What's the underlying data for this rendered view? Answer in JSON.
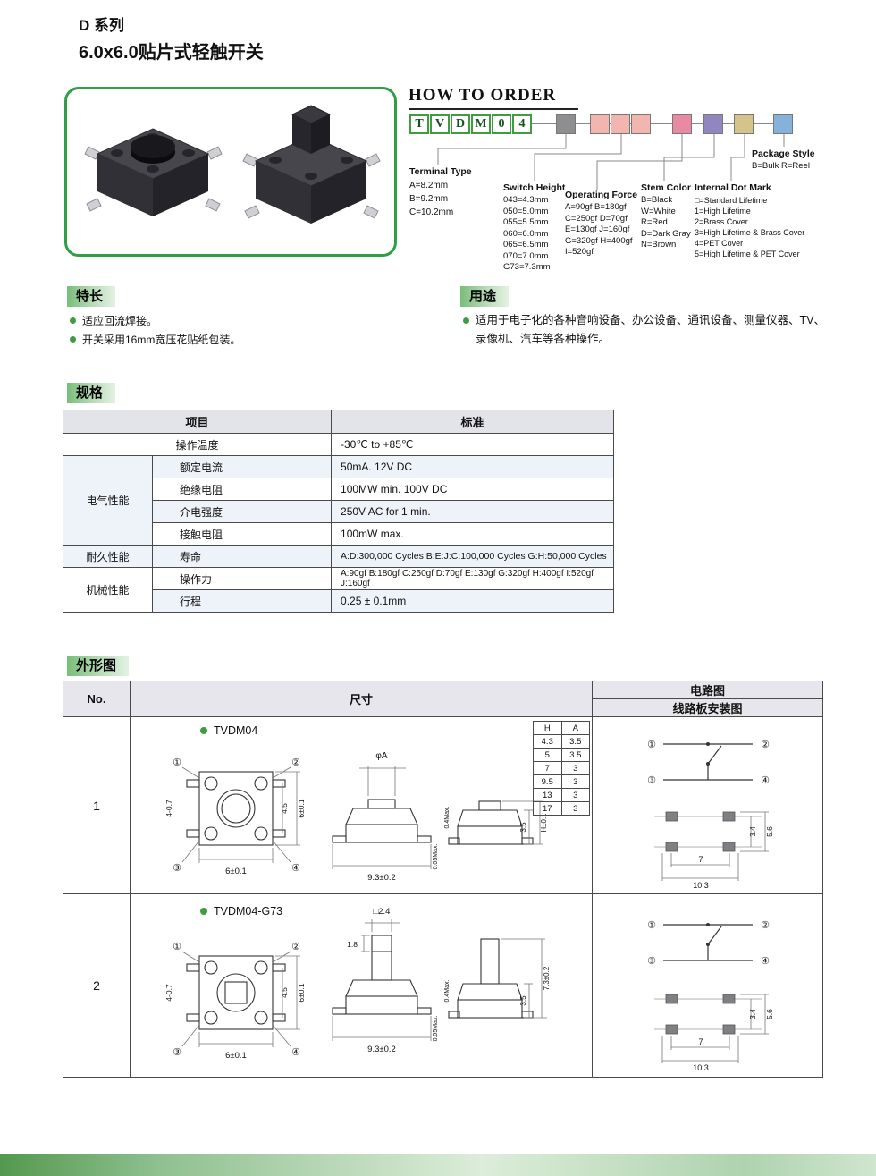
{
  "page": {
    "title": "D 系列",
    "subtitle": "6.0x6.0贴片式轻触开关"
  },
  "colors": {
    "accent_green": "#3f9c3f",
    "order_boxes": [
      "#8e8e90",
      "#f2b6ae",
      "#f2b6ae",
      "#f2b6ae",
      "#e989a2",
      "#9286c0",
      "#d4c48c",
      "#86b2da"
    ]
  },
  "order": {
    "title": "HOW TO ORDER",
    "code": [
      "T",
      "V",
      "D",
      "M",
      "0",
      "4"
    ],
    "groups": {
      "terminal": {
        "title": "Terminal Type",
        "lines": [
          "A=8.2mm",
          "B=9.2mm",
          "C=10.2mm"
        ]
      },
      "height": {
        "title": "Switch Height",
        "lines": [
          "043=4.3mm",
          "050=5.0mm",
          "055=5.5mm",
          "060=6.0mm",
          "065=6.5mm",
          "070=7.0mm",
          "G73=7.3mm"
        ]
      },
      "force": {
        "title": "Operating Force",
        "lines": [
          "A=90gf  B=180gf",
          "C=250gf D=70gf",
          "E=130gf J=160gf",
          "G=320gf H=400gf",
          "I=520gf"
        ]
      },
      "stem": {
        "title": "Stem Color",
        "lines": [
          "B=Black",
          "W=White",
          "R=Red",
          "D=Dark Gray",
          "N=Brown"
        ]
      },
      "dot": {
        "title": "Internal Dot Mark",
        "lines": [
          "□=Standard Lifetime",
          "1=High Lifetime",
          "2=Brass Cover",
          "3=High Lifetime & Brass Cover",
          "4=PET Cover",
          "5=High Lifetime & PET Cover"
        ]
      },
      "pkg": {
        "title": "Package Style",
        "lines": [
          "B=Bulk R=Reel"
        ]
      }
    }
  },
  "features": {
    "title": "特长",
    "items": [
      "适应回流焊接。",
      "开关采用16mm宽压花贴纸包装。"
    ]
  },
  "usage": {
    "title": "用途",
    "text": "适用于电子化的各种音响设备、办公设备、通讯设备、测量仪器、TV、录像机、汽车等各种操作。"
  },
  "specs": {
    "title": "规格",
    "col_item": "项目",
    "col_std": "标准",
    "temp": {
      "label": "操作温度",
      "value": "-30℃ to +85℃"
    },
    "electrical": {
      "group": "电气性能",
      "rows": [
        {
          "label": "额定电流",
          "value": "50mA. 12V DC"
        },
        {
          "label": "绝缘电阻",
          "value": "100MW min. 100V DC"
        },
        {
          "label": "介电强度",
          "value": "250V AC for 1 min."
        },
        {
          "label": "接触电阻",
          "value": "100mW max."
        }
      ]
    },
    "durability": {
      "group": "耐久性能",
      "rows": [
        {
          "label": "寿命",
          "value": "A:D:300,000 Cycles  B:E:J:C:100,000 Cycles   G:H:50,000 Cycles"
        }
      ]
    },
    "mechanical": {
      "group": "机械性能",
      "rows": [
        {
          "label": "操作力",
          "value": "A:90gf  B:180gf  C:250gf  D:70gf  E:130gf  G:320gf  H:400gf  I:520gf  J:160gf"
        },
        {
          "label": "行程",
          "value": "0.25 ± 0.1mm"
        }
      ]
    }
  },
  "outline": {
    "title": "外形图",
    "col_no": "No.",
    "col_dim": "尺寸",
    "col_circuit": "电路图",
    "col_pcb": "线路板安装图",
    "pins": [
      "①",
      "②",
      "③",
      "④"
    ],
    "pcb": {
      "pitch_x1": "7",
      "pitch_x2": "10.3",
      "pitch_y1": "3.4",
      "pitch_y2": "5.6"
    },
    "rows": [
      {
        "no": "1",
        "model": "TVDM04",
        "dims": {
          "holes": "4-0.7",
          "body_w": "6±0.1",
          "inner_h": "4.5",
          "body_h_front": "6±0.1",
          "stem_dia": "φA",
          "base_w": "9.3±0.2",
          "coplanarity": "0.05Max.",
          "lead": "0.4Max.",
          "body_h_side": "3.5",
          "total_h": "H±0.1"
        },
        "ha_table": {
          "col_h": "H",
          "col_a": "A",
          "rows": [
            [
              "4.3",
              "3.5"
            ],
            [
              "5",
              "3.5"
            ],
            [
              "7",
              "3"
            ],
            [
              "9.5",
              "3"
            ],
            [
              "13",
              "3"
            ],
            [
              "17",
              "3"
            ]
          ]
        }
      },
      {
        "no": "2",
        "model": "TVDM04-G73",
        "dims": {
          "holes": "4-0.7",
          "body_w": "6±0.1",
          "inner_h": "4.5",
          "body_h_front": "6±0.1",
          "stem_sq": "□2.4",
          "stem_step": "1.8",
          "base_w": "9.3±0.2",
          "coplanarity": "0.05Max.",
          "lead": "0.4Max.",
          "body_h_side": "3.5",
          "total_h": "7.3±0.2"
        }
      }
    ]
  }
}
